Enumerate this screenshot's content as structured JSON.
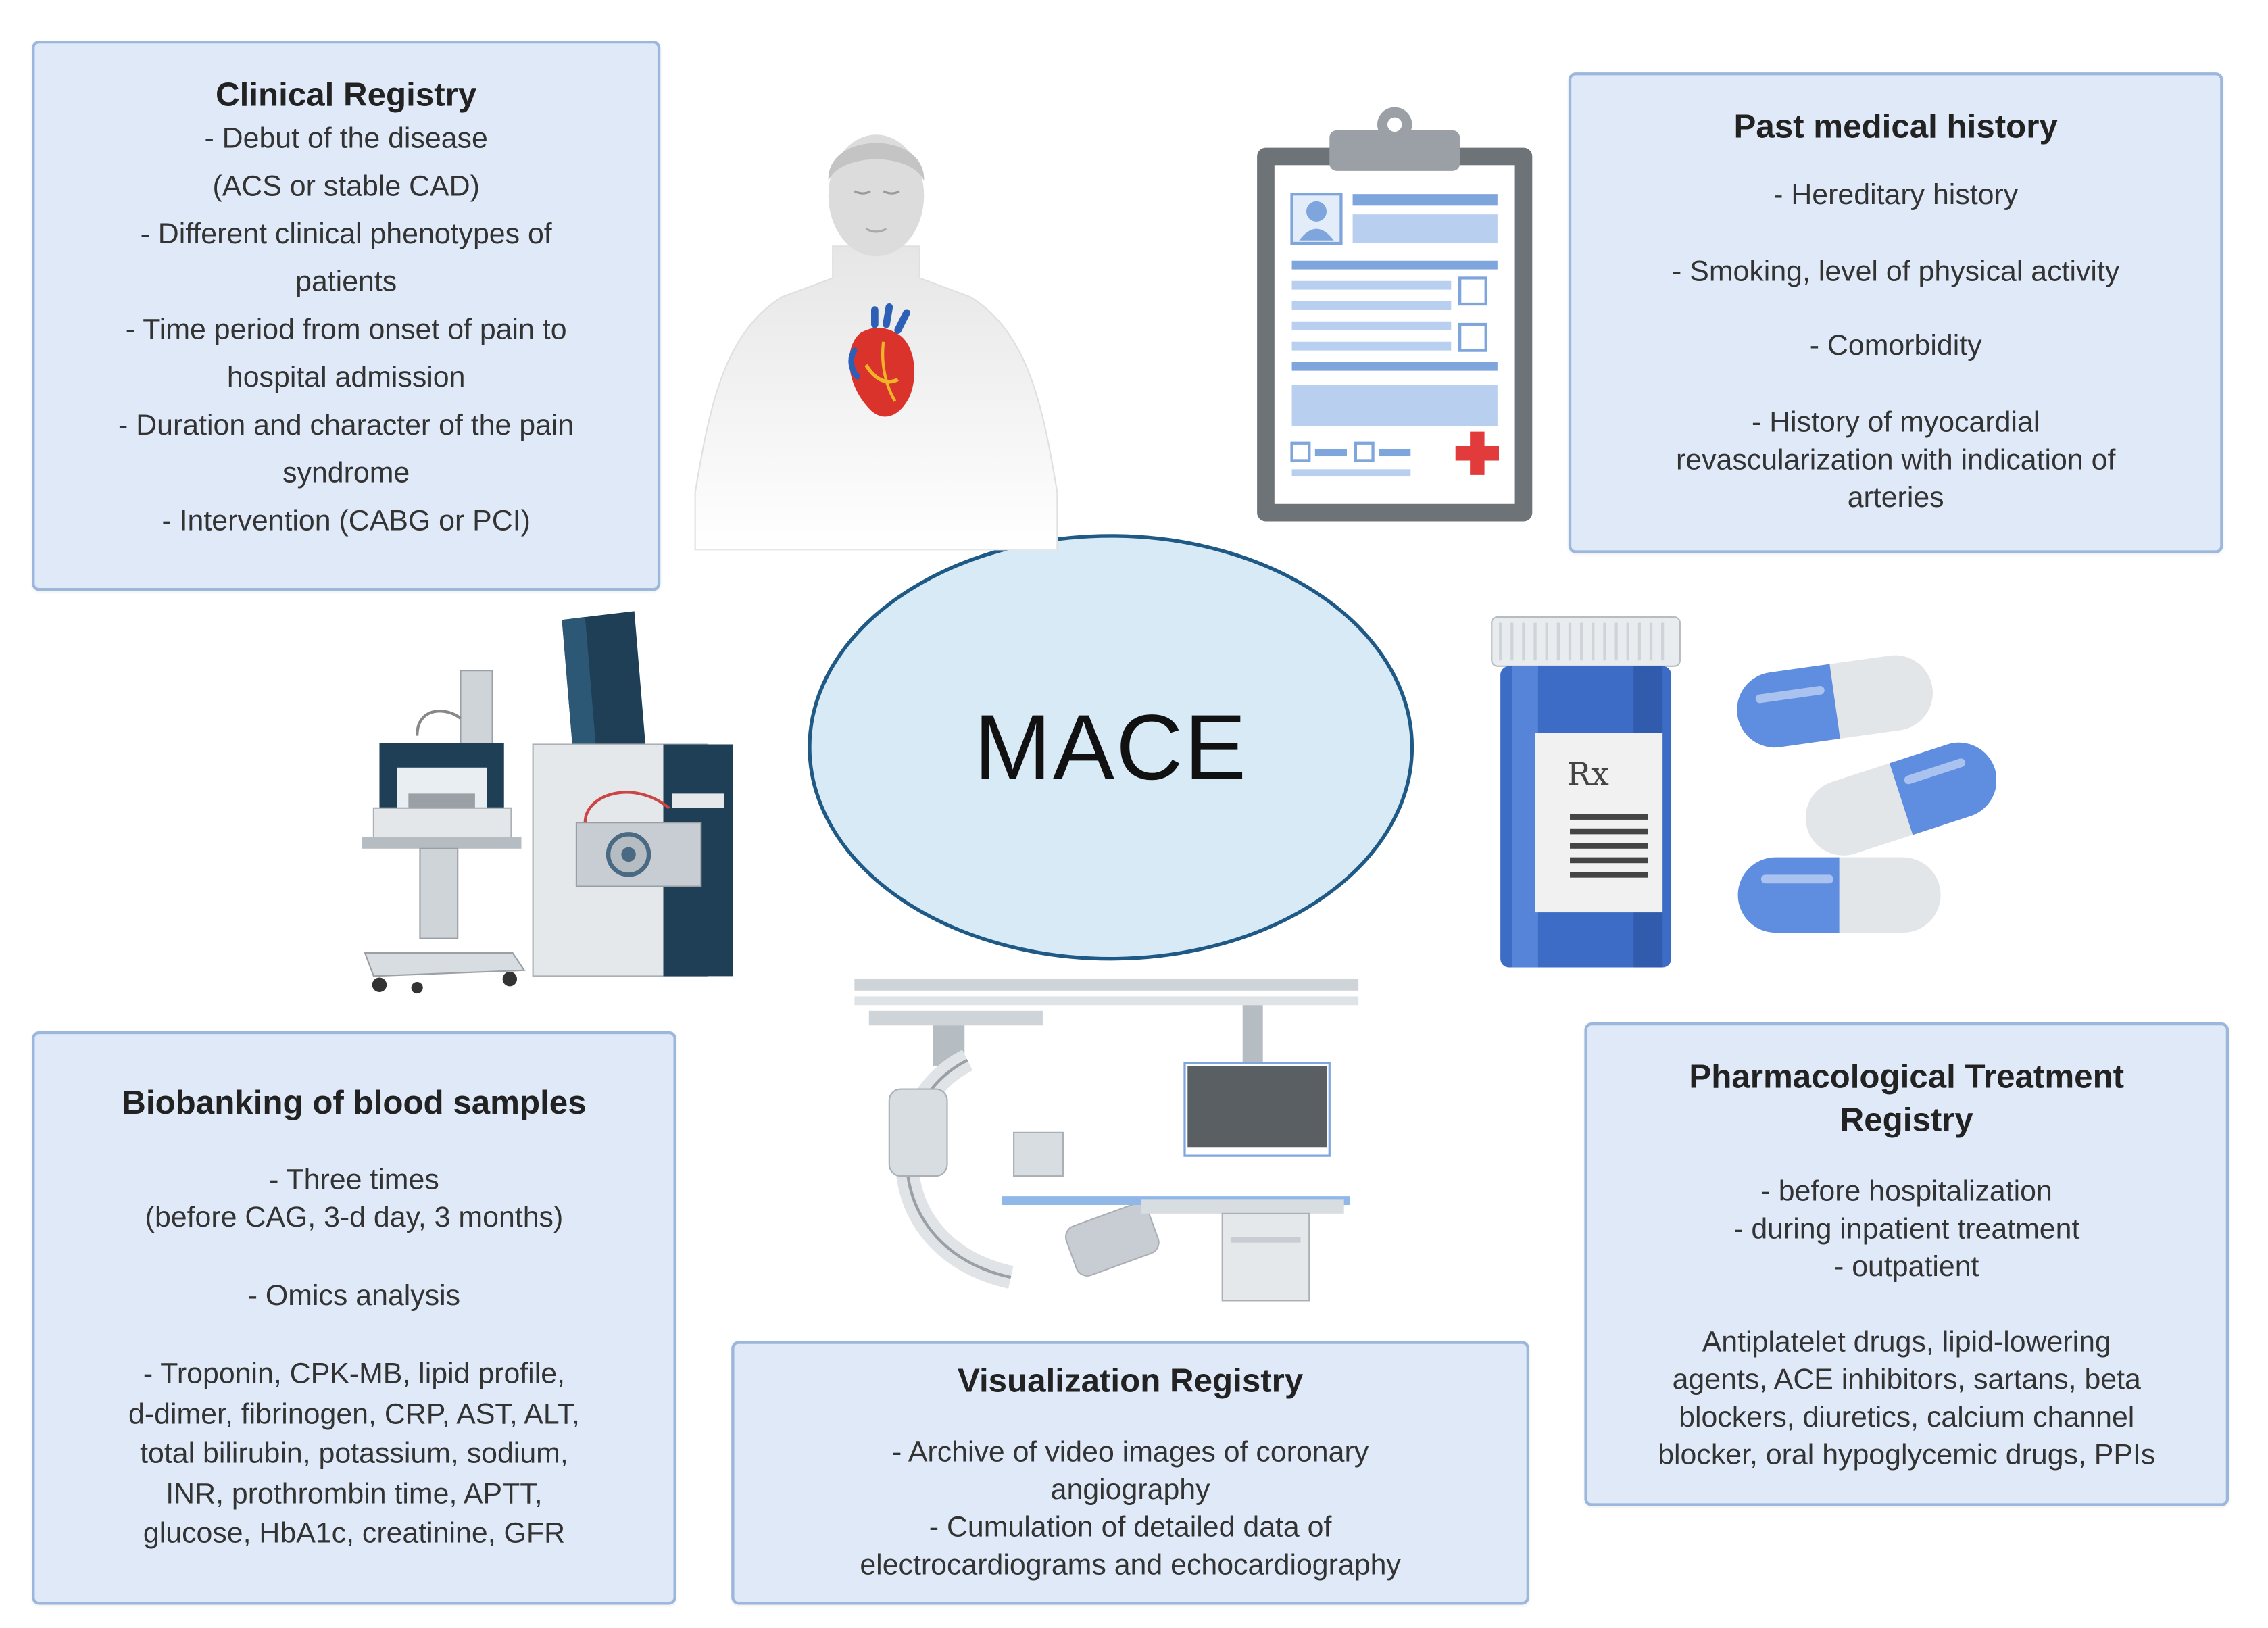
{
  "center": {
    "label": "MACE"
  },
  "boxes": {
    "clinical": {
      "title": "Clinical Registry",
      "lines": [
        "- Debut of the disease",
        "(ACS or stable CAD)",
        "- Different clinical phenotypes of",
        "patients",
        "- Time period from onset of pain to",
        "hospital admission",
        "- Duration and character of the pain",
        "syndrome",
        "- Intervention (CABG or PCI)"
      ]
    },
    "history": {
      "title": "Past medical history",
      "lines": [
        "- Hereditary history",
        "- Smoking, level of physical activity",
        "- Comorbidity",
        "- History of myocardial",
        "revascularization with indication of",
        "arteries"
      ]
    },
    "biobank": {
      "title": "Biobanking of blood samples",
      "lines": [
        "- Three times",
        "(before CAG, 3-d day, 3 months)",
        "- Omics analysis",
        "- Troponin, CPK-MB, lipid profile,",
        "d-dimer, fibrinogen, CRP, AST, ALT,",
        "total bilirubin, potassium, sodium,",
        "INR, prothrombin time, APTT,",
        "glucose, HbA1c, creatinine, GFR"
      ]
    },
    "visual": {
      "title": "Visualization Registry",
      "lines": [
        "- Archive of video images of coronary",
        "angiography",
        "- Cumulation of detailed data of",
        "electrocardiograms and echocardiography"
      ]
    },
    "pharma": {
      "title_1": "Pharmacological Treatment",
      "title_2": "Registry",
      "lines": [
        "- before hospitalization",
        "- during inpatient treatment",
        "- outpatient",
        "Antiplatelet drugs, lipid-lowering",
        "agents, ACE inhibitors, sartans, beta",
        "blockers, diuretics, calcium channel",
        "blocker, oral hypoglycemic drugs, PPIs"
      ]
    }
  },
  "illustrations": {
    "body": "human-torso-with-heart-icon",
    "clipboard": "medical-record-clipboard-icon",
    "analyzer": "laboratory-analyzer-icon",
    "pills": "prescription-bottle-and-capsules-icon",
    "angio": "angiography-c-arm-icon",
    "rx_mark": "Rx"
  },
  "colors": {
    "box_fill": "#dfe9f7",
    "box_border": "#9bb7dc",
    "ellipse_fill": "#d7eaf6",
    "ellipse_stroke": "#1f5a86"
  }
}
